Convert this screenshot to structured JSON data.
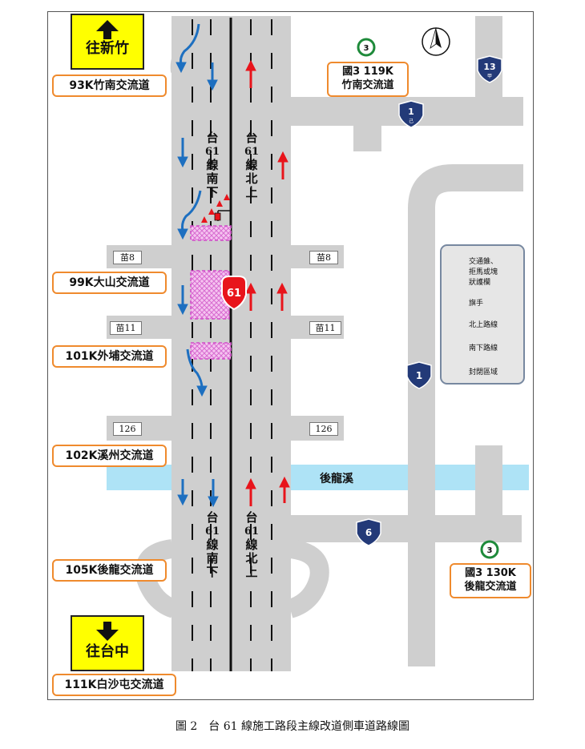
{
  "direction_signs": {
    "north": {
      "label": "往新竹",
      "icon": "arrow-up-icon"
    },
    "south": {
      "label": "往台中",
      "icon": "arrow-down-icon"
    }
  },
  "interchanges": {
    "i93": "93K竹南交流道",
    "i99": "99K大山交流道",
    "i101": "101K外埔交流道",
    "i102": "102K溪州交流道",
    "i105": "105K後龍交流道",
    "i111": "111K白沙屯交流道"
  },
  "freeway_interchanges": {
    "north_line1": "國3 119K",
    "north_line2": "竹南交流道",
    "south_line1": "國3 130K",
    "south_line2": "後龍交流道"
  },
  "shields": {
    "freeway": "3",
    "provincial_1": "1",
    "provincial_61": "61",
    "provincial_13": "13",
    "provincial_13_sub": "甲",
    "provincial_1_sub": "己",
    "provincial_6": "6"
  },
  "county_roads": {
    "miao8": "苗8",
    "miao11": "苗11",
    "r126": "126"
  },
  "carriageways": {
    "south": [
      "台",
      "61",
      "線",
      "南",
      "下"
    ],
    "north": [
      "台",
      "61",
      "線",
      "北",
      "上"
    ]
  },
  "river": "後龍溪",
  "legend": {
    "cones": [
      "交通錐、",
      "拒馬或塊",
      "狀護欄"
    ],
    "flagger": "旗手",
    "northbound": "北上路線",
    "southbound": "南下路線",
    "closed": "封閉區域"
  },
  "caption": "圖 2　台 61 線施工路段主線改道側車道路線圖",
  "colors": {
    "road": "#cfcfcf",
    "north_arrow": "#e8141b",
    "south_arrow": "#1d6fc0",
    "river": "#aee3f6",
    "closure": "#e86fe0",
    "box_border": "#ef8a2d"
  }
}
